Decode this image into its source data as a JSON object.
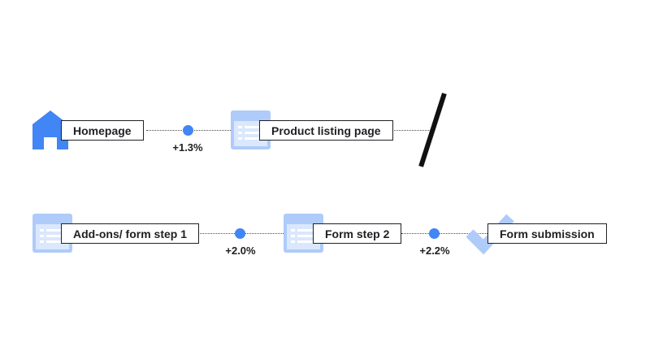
{
  "colors": {
    "accent_blue": "#4285f4",
    "light_blue": "#aecbfa",
    "text": "#202124"
  },
  "row1": {
    "steps": [
      {
        "label": "Homepage",
        "icon": "home-icon"
      },
      {
        "label": "Product listing page",
        "icon": "list-document-icon"
      }
    ],
    "rates": [
      "+1.3%"
    ],
    "break_icon": "slash-divider-icon"
  },
  "row2": {
    "steps": [
      {
        "label": "Add-ons/ form step 1",
        "icon": "list-document-icon"
      },
      {
        "label": "Form step 2",
        "icon": "list-document-icon"
      },
      {
        "label": "Form submission",
        "icon": "checkmark-icon"
      }
    ],
    "rates": [
      "+2.0%",
      "+2.2%"
    ]
  }
}
